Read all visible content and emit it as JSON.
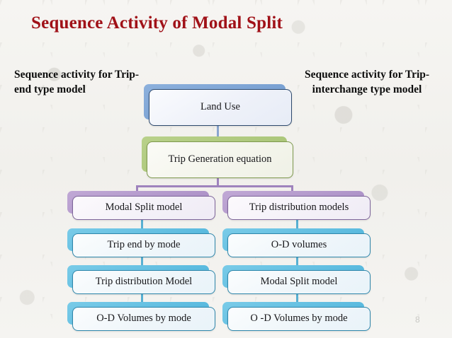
{
  "slide": {
    "title": "Sequence Activity of Modal Split",
    "title_color": "#a01118",
    "background_color": "#f4f3f0",
    "page_number": "8"
  },
  "headings": {
    "left": "Sequence activity for Trip- end type model",
    "right": "Sequence activity for Trip- interchange type model"
  },
  "diagram": {
    "top_nodes": [
      {
        "id": "land-use",
        "label": "Land Use",
        "color": "#7f9fd0",
        "accent": "blue"
      },
      {
        "id": "trip-generation-equation",
        "label": "Trip Generation equation",
        "color": "#aec87d",
        "accent": "green"
      }
    ],
    "left_column": [
      {
        "id": "modal-split-model",
        "label": "Modal Split model",
        "color": "#b49ccd",
        "accent": "purple"
      },
      {
        "id": "trip-end-by-mode",
        "label": "Trip end by mode",
        "color": "#63c0e2",
        "accent": "cyan"
      },
      {
        "id": "trip-distribution-model",
        "label": "Trip distribution Model",
        "color": "#63c0e2",
        "accent": "cyan"
      },
      {
        "id": "od-volumes-by-mode-left",
        "label": "O-D Volumes by mode",
        "color": "#63c0e2",
        "accent": "cyan"
      }
    ],
    "right_column": [
      {
        "id": "trip-distribution-models",
        "label": "Trip distribution models",
        "color": "#b49ccd",
        "accent": "purple"
      },
      {
        "id": "od-volumes",
        "label": "O-D volumes",
        "color": "#63c0e2",
        "accent": "cyan"
      },
      {
        "id": "modal-split-model-right",
        "label": "Modal Split model",
        "color": "#63c0e2",
        "accent": "cyan"
      },
      {
        "id": "od-volumes-by-mode-right",
        "label": "O -D Volumes by mode",
        "color": "#63c0e2",
        "accent": "cyan"
      }
    ],
    "connector_colors": {
      "land_use_to_trip_generation": "#8aa6cf",
      "branch": "#9f83bd",
      "column_links": "#58b0d2"
    }
  }
}
